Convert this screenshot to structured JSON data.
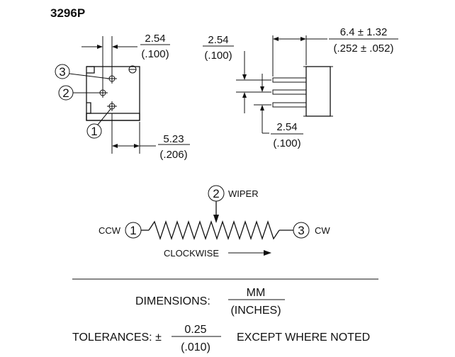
{
  "title": "3296P",
  "front_view": {
    "dim_top": {
      "mm": "2.54",
      "in": "(.100)"
    },
    "dim_bottom": {
      "mm": "5.23",
      "in": "(.206)"
    },
    "pins": [
      "3",
      "2",
      "1"
    ]
  },
  "side_view": {
    "dim_left_top": {
      "mm": "2.54",
      "in": "(.100)"
    },
    "dim_right_top": {
      "mm": "6.4 ± 1.32",
      "in": "(.252 ± .052)"
    },
    "dim_bottom": {
      "mm": "2.54",
      "in": "(.100)"
    }
  },
  "schematic": {
    "wiper_pin": "2",
    "wiper_label": "WIPER",
    "ccw_pin": "1",
    "ccw_label": "CCW",
    "cw_pin": "3",
    "cw_label": "CW",
    "rotation_label": "CLOCKWISE"
  },
  "notes": {
    "dimensions_label": "DIMENSIONS:",
    "dimensions_num": "MM",
    "dimensions_den": "(INCHES)",
    "tolerances_label": "TOLERANCES: ±",
    "tolerances_num": "0.25",
    "tolerances_den": "(.010)",
    "tolerances_suffix": "EXCEPT WHERE NOTED"
  }
}
